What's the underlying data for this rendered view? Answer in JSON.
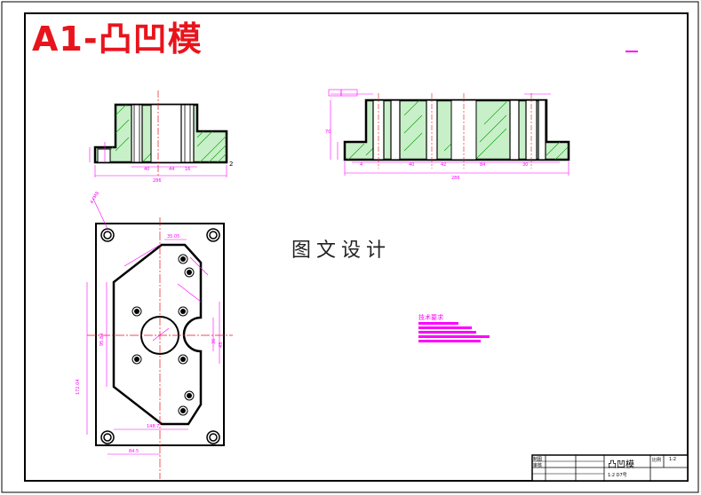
{
  "title": "A1-凸凹模",
  "watermark": "图文设计",
  "title_block": {
    "part_name": "凸凹模",
    "scale_label": "比例",
    "scale_value": "1:2",
    "row1": "制图",
    "row2": "审核",
    "drawing_no": "1:2 D7号"
  },
  "tech_requirements_label": "技术要求",
  "colors": {
    "border": "#000000",
    "title": "#e8141c",
    "centerline": "#e8141c",
    "dimension": "#ff00ff",
    "hatch": "#00a000",
    "outline": "#000000"
  }
}
